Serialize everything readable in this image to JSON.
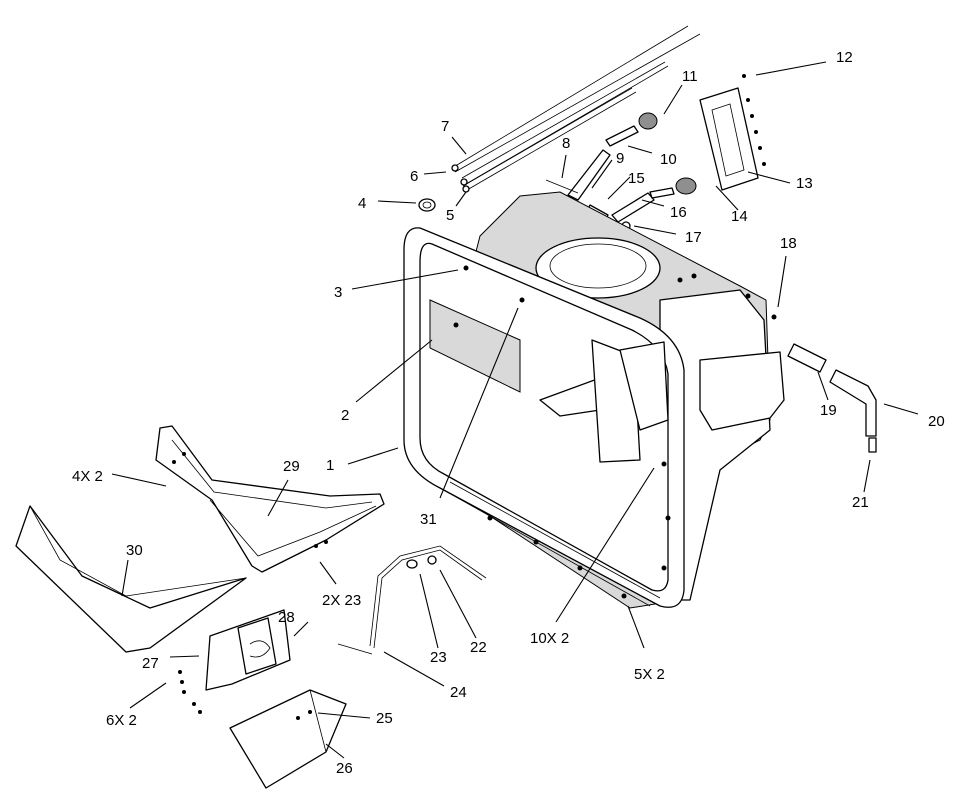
{
  "callouts": {
    "c1": "1",
    "c2": "2",
    "c3": "3",
    "c4": "4",
    "c5": "5",
    "c6": "6",
    "c7": "7",
    "c8": "8",
    "c9": "9",
    "c10": "10",
    "c11": "11",
    "c12": "12",
    "c13": "13",
    "c14": "14",
    "c15": "15",
    "c16": "16",
    "c17": "17",
    "c18": "18",
    "c19": "19",
    "c20": "20",
    "c21": "21",
    "c22": "22",
    "c23": "23",
    "c24": "24",
    "c25": "25",
    "c26": "26",
    "c27": "27",
    "c28": "28",
    "c29": "29",
    "c30": "30",
    "c31": "31",
    "c4x2": "4X 2",
    "c2x23": "2X 23",
    "c6x2": "6X 2",
    "c10x2": "10X 2",
    "c5x2": "5X 2"
  }
}
